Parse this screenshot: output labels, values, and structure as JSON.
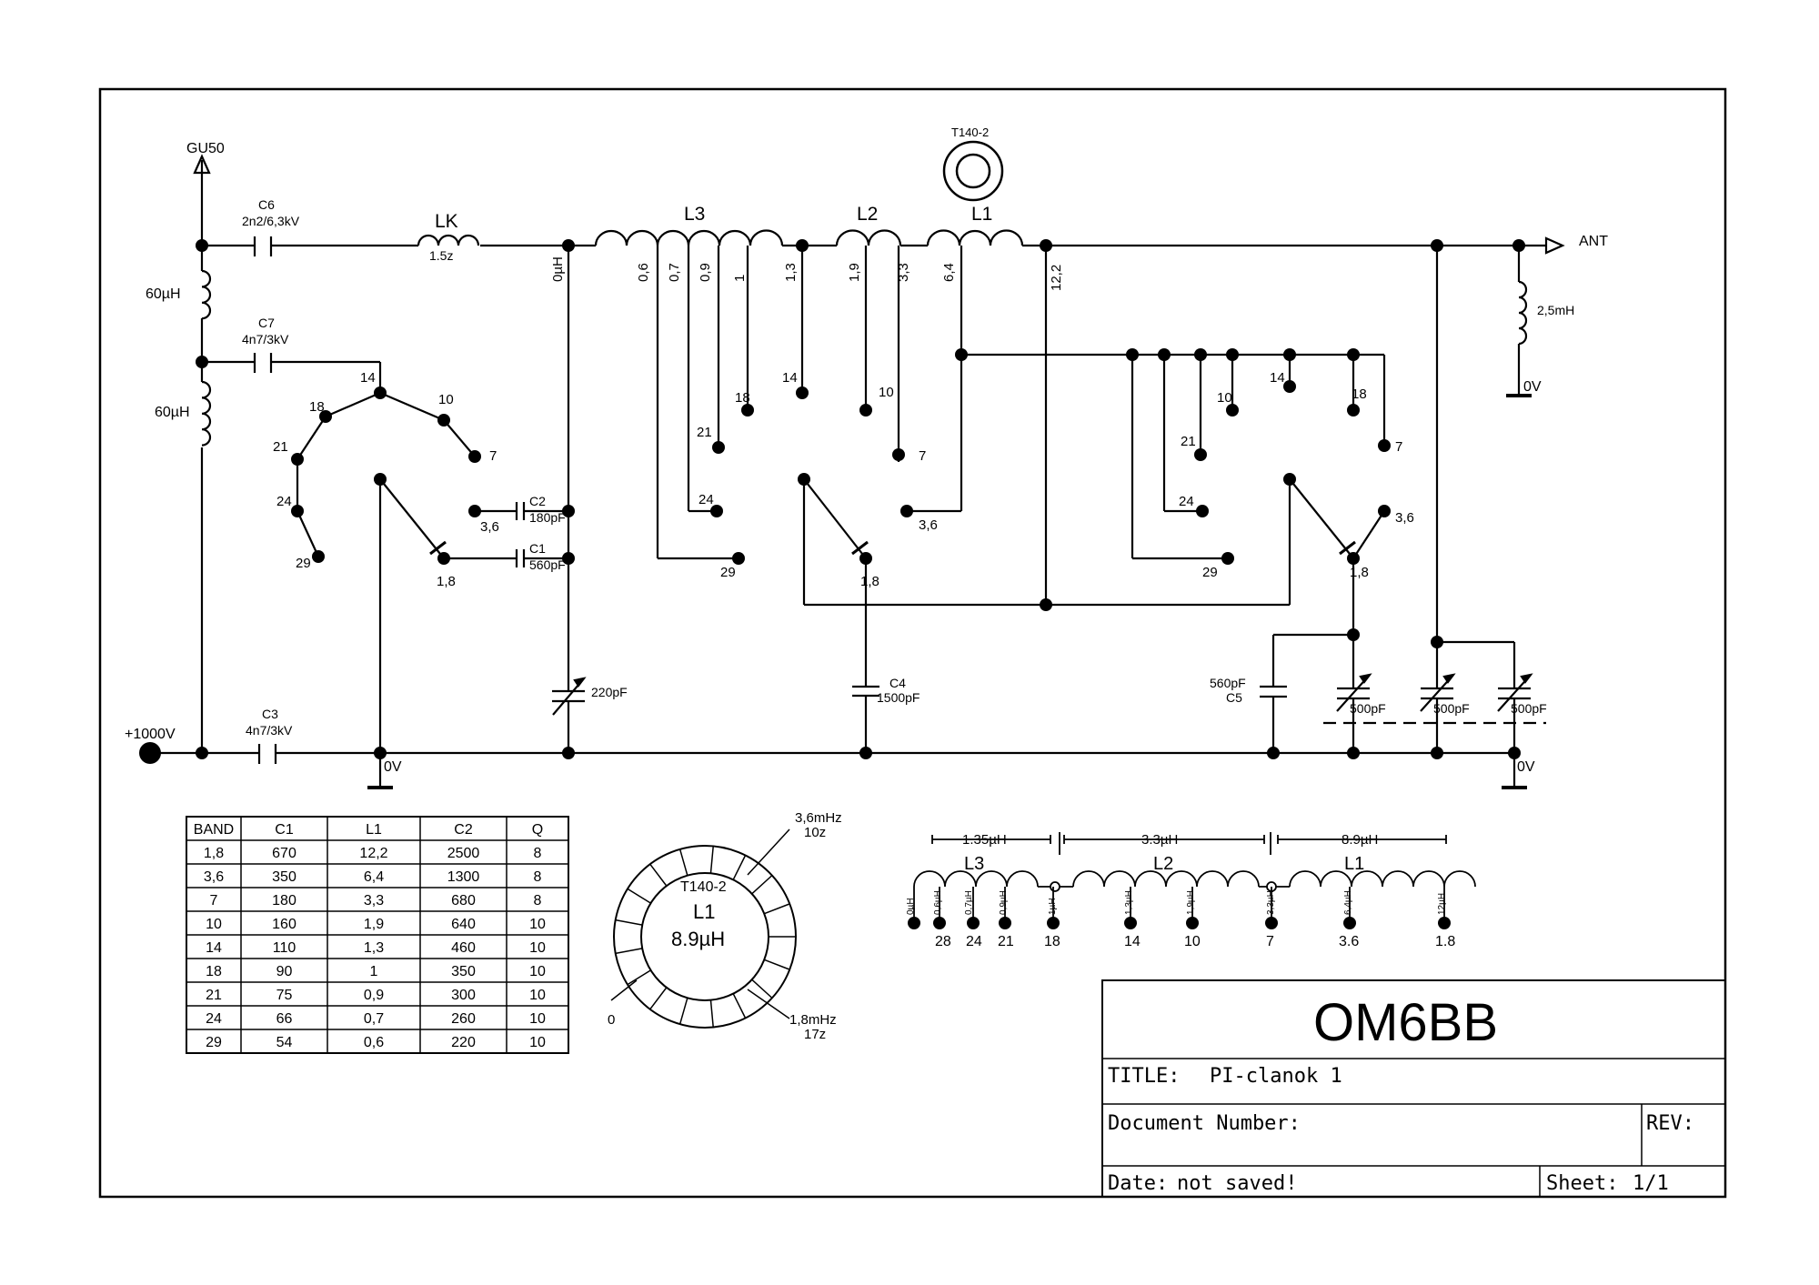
{
  "nets": {
    "gu50": "GU50",
    "hv": "+1000V",
    "ant": "ANT",
    "gnd1": "0V",
    "gnd2": "0V",
    "gnd3": "0V"
  },
  "components": {
    "c6_name": "C6",
    "c6_value": "2n2/6,3kV",
    "c7_name": "C7",
    "c7_value": "4n7/3kV",
    "c3_name": "C3",
    "c3_value": "4n7/3kV",
    "c2_name": "C2",
    "c2_value": "180pF",
    "c1_name": "C1",
    "c1_value": "560pF",
    "c4_name": "C4",
    "c4_value": "1500pF",
    "c5_name": "C5",
    "c5_value": "560pF",
    "var_tune": "220pF",
    "var_load1": "500pF",
    "var_load2": "500pF",
    "var_load3": "500pF",
    "lk_name": "LK",
    "lk_value": "1.5z",
    "choke1": "60µH",
    "choke2": "60µH",
    "rfc_ant": "2,5mH",
    "l3": "L3",
    "l2": "L2",
    "l1": "L1",
    "toroid_top": "T140-2"
  },
  "taps": [
    "0µH",
    "0,6",
    "0,7",
    "0,9",
    "1",
    "1,3",
    "1,9",
    "3,3",
    "6,4",
    "12,2"
  ],
  "switch1": [
    "14",
    "18",
    "10",
    "21",
    "7",
    "24",
    "3,6",
    "29",
    "1,8"
  ],
  "switch2": [
    "14",
    "10",
    "18",
    "21",
    "7",
    "24",
    "3,6",
    "29",
    "1,8"
  ],
  "switch3": [
    "14",
    "18",
    "10",
    "21",
    "7",
    "24",
    "3,6",
    "29",
    "1,8"
  ],
  "band_table": {
    "headers": [
      "BAND",
      "C1",
      "L1",
      "C2",
      "Q"
    ],
    "rows": [
      [
        "1,8",
        "670",
        "12,2",
        "2500",
        "8"
      ],
      [
        "3,6",
        "350",
        "6,4",
        "1300",
        "8"
      ],
      [
        "7",
        "180",
        "3,3",
        "680",
        "8"
      ],
      [
        "10",
        "160",
        "1,9",
        "640",
        "10"
      ],
      [
        "14",
        "110",
        "1,3",
        "460",
        "10"
      ],
      [
        "18",
        "90",
        "1",
        "350",
        "10"
      ],
      [
        "21",
        "75",
        "0,9",
        "300",
        "10"
      ],
      [
        "24",
        "66",
        "0,7",
        "260",
        "10"
      ],
      [
        "29",
        "54",
        "0,6",
        "220",
        "10"
      ]
    ]
  },
  "toroid": {
    "core": "T140-2",
    "name": "L1",
    "inductance": "8.9µH",
    "top_freq": "3,6mHz",
    "top_turns": "10z",
    "bottom_freq": "1,8mHz",
    "bottom_turns": "17z",
    "zero": "0"
  },
  "coil_diagram": {
    "seg1": "1.35µH",
    "seg2": "3.3µH",
    "seg3": "8.9µH",
    "l3": "L3",
    "l2": "L2",
    "l1": "L1",
    "tap_values": [
      "0µH",
      "0,6µH",
      "0,7µH",
      "0,9µH",
      "1µH",
      "1,3µH",
      "1,9µH",
      "3,3µH",
      "6,4µH",
      "12µH"
    ],
    "bands": [
      "28",
      "24",
      "21",
      "18",
      "14",
      "10",
      "7",
      "3.6",
      "1.8"
    ]
  },
  "title_block": {
    "company": "OM6BB",
    "title_label": "TITLE:",
    "title": "PI-clanok 1",
    "doc_label": "Document Number:",
    "rev_label": "REV:",
    "date_label": "Date:",
    "date": "not saved!",
    "sheet_label": "Sheet:",
    "sheet": "1/1"
  }
}
